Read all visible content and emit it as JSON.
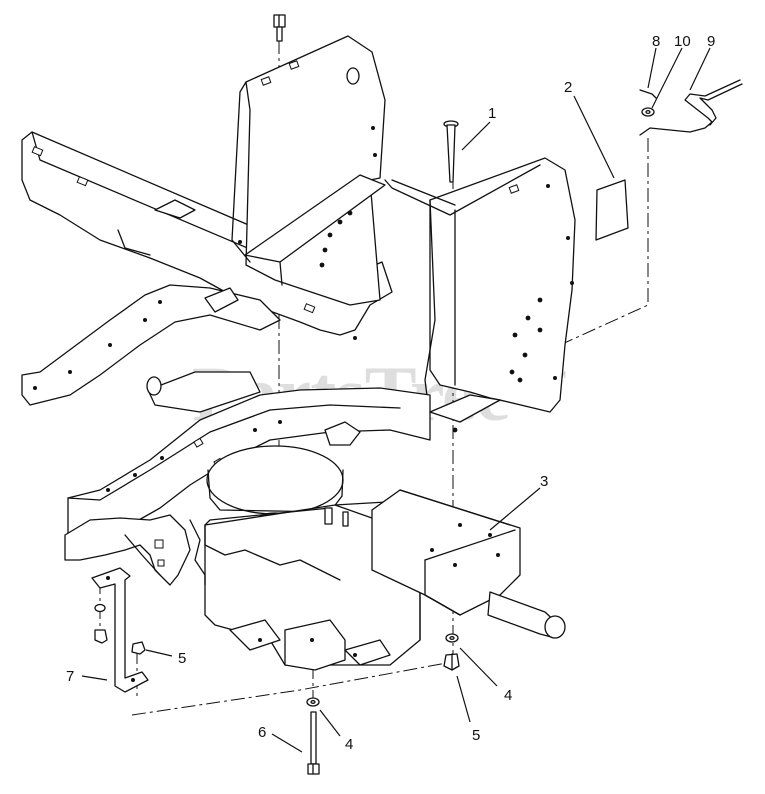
{
  "watermark": {
    "text": "PartsTree",
    "trademark": "TM"
  },
  "callouts": [
    {
      "id": "callout-1",
      "label": "1"
    },
    {
      "id": "callout-2",
      "label": "2"
    },
    {
      "id": "callout-3",
      "label": "3"
    },
    {
      "id": "callout-4a",
      "label": "4"
    },
    {
      "id": "callout-4b",
      "label": "4"
    },
    {
      "id": "callout-5a",
      "label": "5"
    },
    {
      "id": "callout-5b",
      "label": "5"
    },
    {
      "id": "callout-6",
      "label": "6"
    },
    {
      "id": "callout-7",
      "label": "7"
    },
    {
      "id": "callout-8",
      "label": "8"
    },
    {
      "id": "callout-9",
      "label": "9"
    },
    {
      "id": "callout-10",
      "label": "10"
    }
  ]
}
